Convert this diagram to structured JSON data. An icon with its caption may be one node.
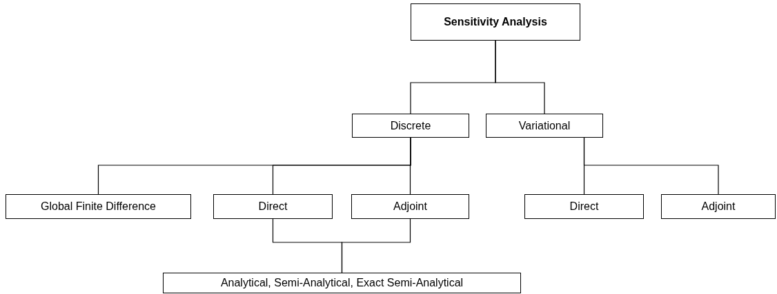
{
  "diagram": {
    "nodes": [
      {
        "text": [
          "Sensitivity Analysis"
        ]
      },
      {
        "text": [
          "Discrete"
        ]
      },
      {
        "text": [
          "Variational"
        ]
      },
      {
        "text": [
          "Global Finite Difference"
        ]
      },
      {
        "text": [
          "Direct"
        ]
      },
      {
        "text": [
          "Adjoint"
        ]
      },
      {
        "text": [
          "Direct"
        ]
      },
      {
        "text": [
          "Adjoint"
        ]
      },
      {
        "text": [
          "Analytical, Semi-Analytical, Exact Semi-Analytical"
        ]
      }
    ],
    "edges": [
      {
        "from": 0,
        "to": 1,
        "arrow": "none"
      },
      {
        "from": 0,
        "to": 2,
        "arrow": "none"
      },
      {
        "from": 1,
        "to": 3,
        "arrow": "none"
      },
      {
        "from": 1,
        "to": 4,
        "arrow": "none"
      },
      {
        "from": 1,
        "to": 5,
        "arrow": "none"
      },
      {
        "from": 2,
        "to": 6,
        "arrow": "none"
      },
      {
        "from": 2,
        "to": 7,
        "arrow": "none"
      },
      {
        "from": 4,
        "to": 8,
        "arrow": "none"
      },
      {
        "from": 5,
        "to": 8,
        "arrow": "none"
      }
    ]
  }
}
